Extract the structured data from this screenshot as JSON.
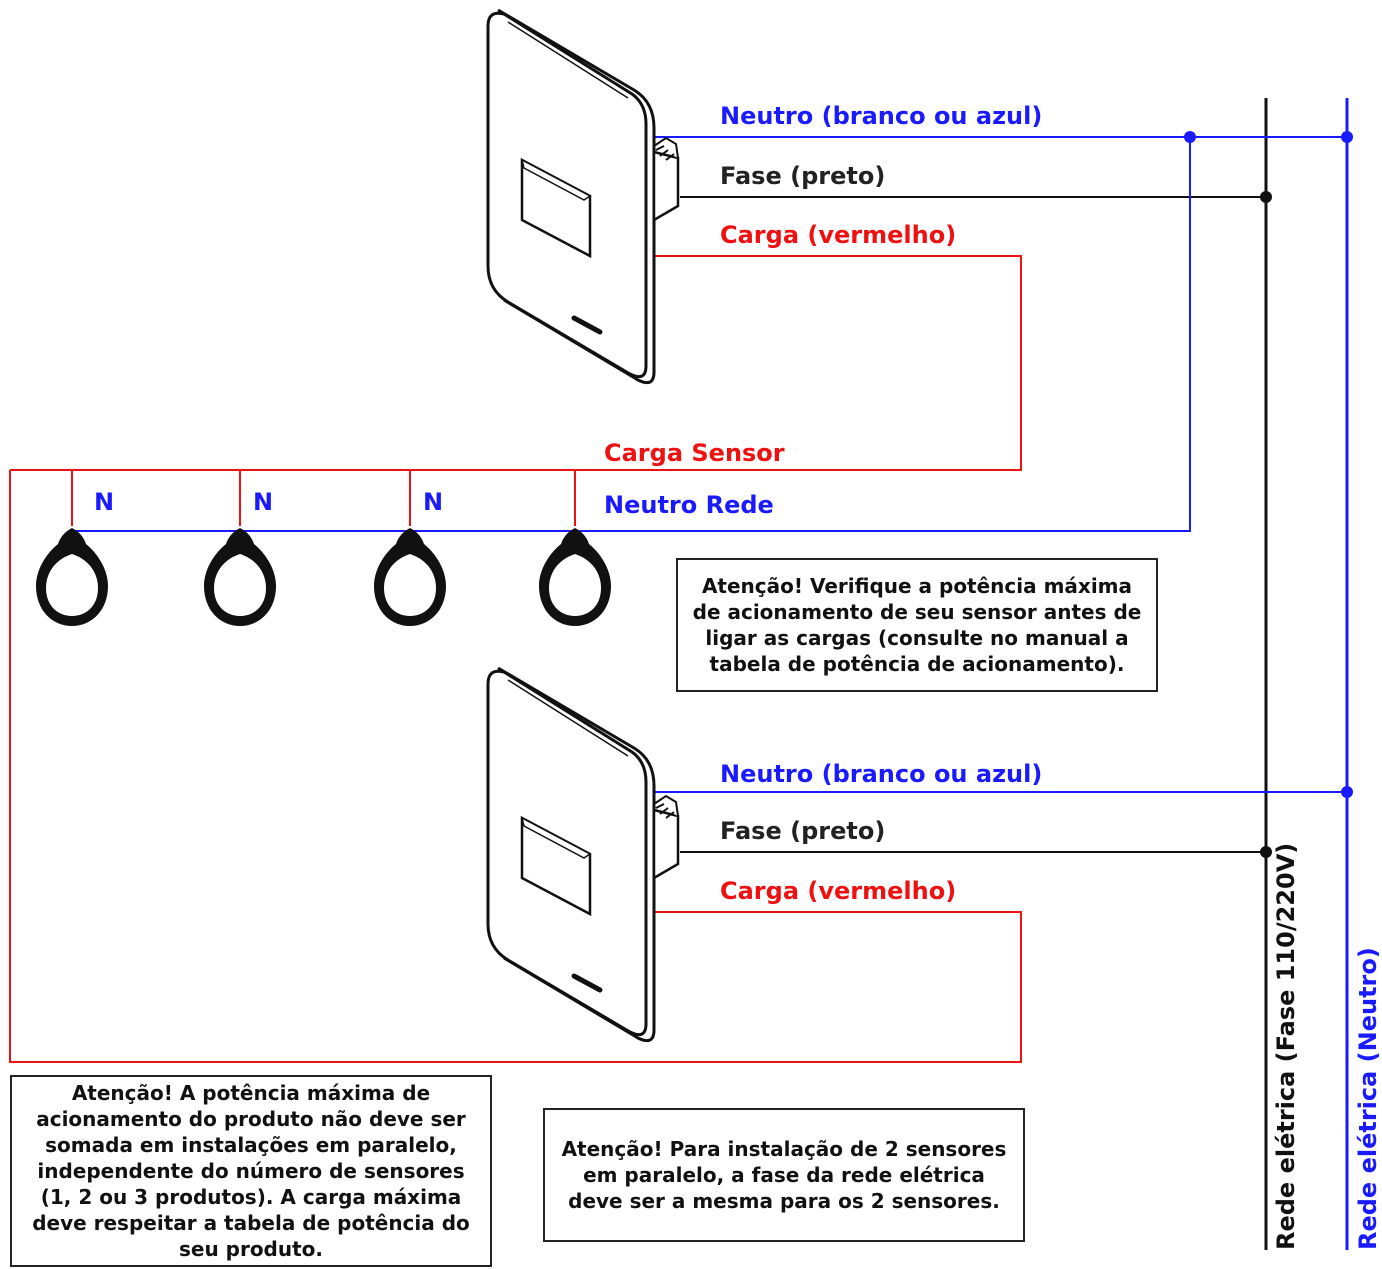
{
  "colors": {
    "neutral": "#1a1aff",
    "phase": "#111111",
    "load": "#ee1111"
  },
  "sensor_top": {
    "neutral_label": "Neutro (branco ou azul)",
    "phase_label": "Fase (preto)",
    "load_label": "Carga (vermelho)",
    "brand_mark": "logo"
  },
  "sensor_bottom": {
    "neutral_label": "Neutro (branco ou azul)",
    "phase_label": "Fase (preto)",
    "load_label": "Carga (vermelho)",
    "brand_mark": "logo"
  },
  "bus": {
    "load_sensor_label": "Carga Sensor",
    "neutral_net_label": "Neutro Rede",
    "lamp_neutral_labels": [
      "N",
      "N",
      "N"
    ]
  },
  "mains": {
    "phase_label": "Rede elétrica (Fase 110/220V)",
    "neutral_label": "Rede elétrica (Neutro)"
  },
  "notes": {
    "power_check": "Atenção! Verifique a potência máxima de acionamento de seu sensor antes de ligar as cargas (consulte no manual a tabela de potência de acionamento).",
    "parallel_power": "Atenção! A potência máxima de acionamento do produto não deve ser somada em instalações em paralelo, independente do número de sensores (1, 2 ou 3 produtos). A carga máxima deve respeitar a tabela de potência do seu produto.",
    "same_phase": "Atenção! Para instalação de 2 sensores em paralelo, a fase da rede elétrica deve ser a mesma para os 2 sensores."
  }
}
